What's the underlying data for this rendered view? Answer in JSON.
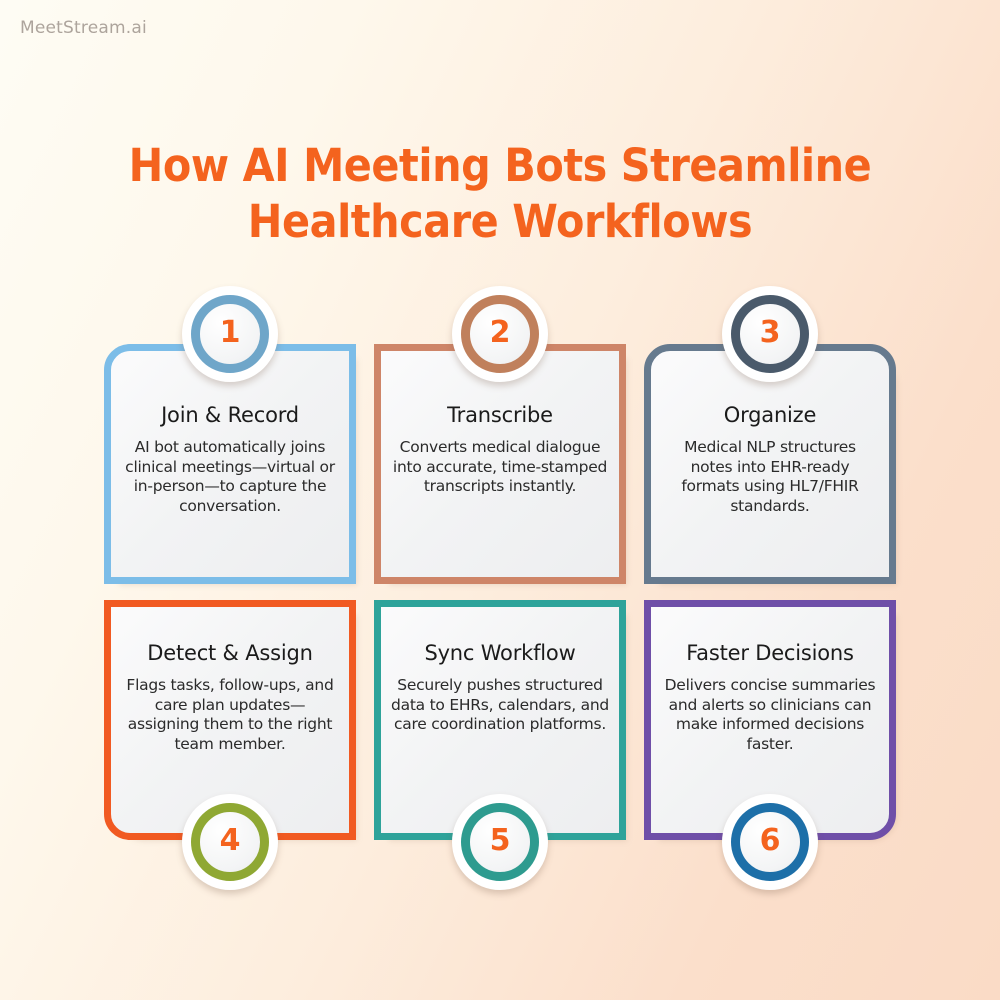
{
  "brand": "MeetStream.ai",
  "title": {
    "line1": "How AI Meeting Bots Streamline",
    "line2": "Healthcare Workflows"
  },
  "colors": {
    "accent_orange": "#F4631E",
    "bg_gradient_start": "#FEFCF4",
    "bg_gradient_end": "#FADBC6",
    "card_face": "#F4F5F6"
  },
  "steps": [
    {
      "number": "1",
      "title": "Join & Record",
      "description": "AI bot automatically joins clinical meetings—virtual or in-person—to capture the conversation.",
      "border_color": "#7CBDE8",
      "badge_color": "#6FA6C9"
    },
    {
      "number": "2",
      "title": "Transcribe",
      "description": "Converts medical dialogue into accurate, time-stamped transcripts instantly.",
      "border_color": "#CE8568",
      "badge_color": "#C0805C"
    },
    {
      "number": "3",
      "title": "Organize",
      "description": "Medical NLP structures notes into EHR-ready formats using HL7/FHIR standards.",
      "border_color": "#667A8E",
      "badge_color": "#4A5A6B"
    },
    {
      "number": "4",
      "title": "Detect & Assign",
      "description": "Flags tasks, follow-ups, and care plan updates—assigning them to the right team member.",
      "border_color": "#F15A22",
      "badge_color": "#8FA833"
    },
    {
      "number": "5",
      "title": "Sync Workflow",
      "description": "Securely pushes structured data to EHRs, calendars, and care coordination platforms.",
      "border_color": "#2EA39A",
      "badge_color": "#2E9B8F"
    },
    {
      "number": "6",
      "title": "Faster Decisions",
      "description": "Delivers concise summaries and alerts so clinicians can make informed decisions faster.",
      "border_color": "#6F4FA8",
      "badge_color": "#1D6FA8"
    }
  ]
}
